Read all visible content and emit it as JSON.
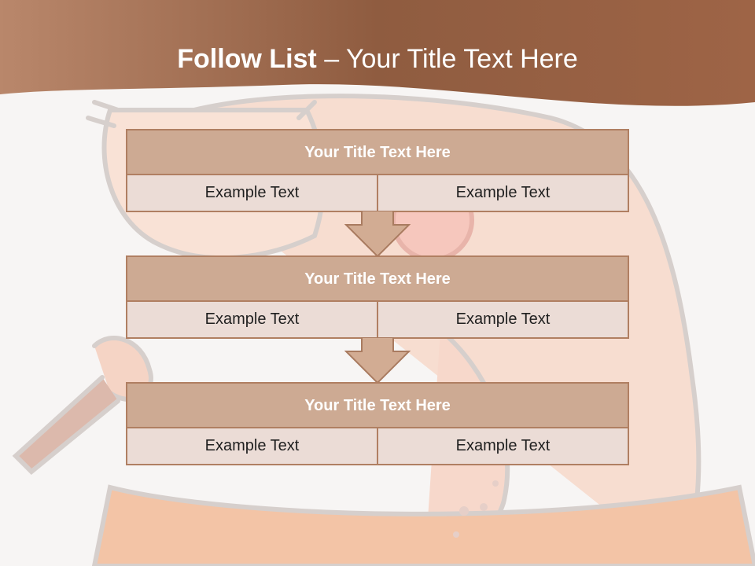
{
  "slide": {
    "title_bold": "Follow List",
    "title_rest": " – Your Title Text Here"
  },
  "blocks": [
    {
      "title": "Your Title Text Here",
      "cells": [
        "Example Text",
        "Example Text"
      ]
    },
    {
      "title": "Your Title Text Here",
      "cells": [
        "Example Text",
        "Example Text"
      ]
    },
    {
      "title": "Your Title Text Here",
      "cells": [
        "Example Text",
        "Example Text"
      ]
    }
  ],
  "colors": {
    "header_band": "#9a6448",
    "block_title_fill": "#cdaa93",
    "block_cell_fill": "#ebdcd6",
    "block_border": "#b07f62",
    "arrow_fill": "#d2ac93"
  },
  "background_art": "faded cartoon caveman with club"
}
